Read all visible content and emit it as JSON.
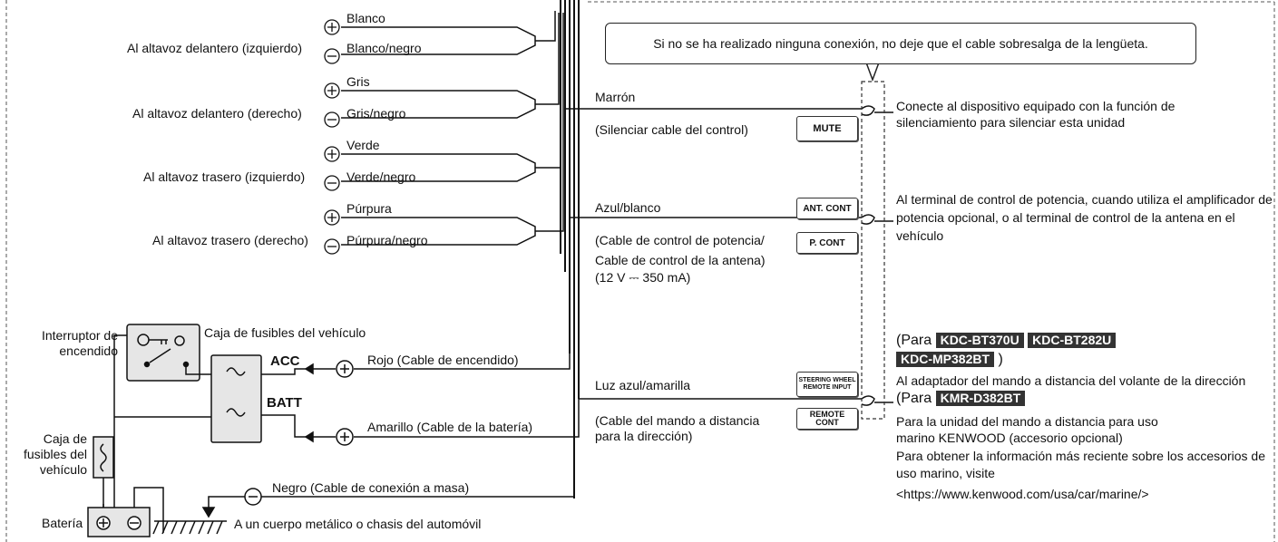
{
  "speakers": [
    {
      "label": "Al altavoz delantero (izquierdo)",
      "pos": "Blanco",
      "neg": "Blanco/negro"
    },
    {
      "label": "Al altavoz delantero (derecho)",
      "pos": "Gris",
      "neg": "Gris/negro"
    },
    {
      "label": "Al altavoz trasero (izquierdo)",
      "pos": "Verde",
      "neg": "Verde/negro"
    },
    {
      "label": "Al altavoz trasero (derecho)",
      "pos": "Púrpura",
      "neg": "Púrpura/negro"
    }
  ],
  "power": {
    "ignition_switch": "Interruptor de encendido",
    "fuse_box_top": "Caja de fusibles del vehículo",
    "acc": "ACC",
    "batt": "BATT",
    "red_wire": "Rojo (Cable de encendido)",
    "yellow_wire": "Amarillo (Cable de la batería)",
    "fuse_box_left": "Caja de fusibles del vehículo",
    "black_wire": "Negro (Cable de conexión a masa)",
    "battery": "Batería",
    "ground": "A un cuerpo metálico o chasis del automóvil"
  },
  "callout": "Si no se ha realizado ninguna conexión, no deje que el cable sobresalga de la lengüeta.",
  "mute": {
    "wire": "Marrón",
    "desc": "(Silenciar cable del control)",
    "box": "MUTE",
    "note": "Conecte al dispositivo equipado con la función de silenciamiento para silenciar esta unidad"
  },
  "pcont": {
    "wire": "Azul/blanco",
    "desc_1": "(Cable de control de potencia/",
    "desc_2": "Cable de control de la antena)",
    "desc_3": "(12 V ⎓ 350 mA)",
    "box_ant": "ANT. CONT",
    "box_p": "P. CONT",
    "note": "Al terminal de control de potencia, cuando utiliza el amplificador de potencia opcional, o al terminal de control de la antena en el vehículo"
  },
  "remote": {
    "wire": "Luz azul/amarilla",
    "desc": "(Cable del mando a distancia para la dirección)",
    "box_steering_1": "STEERING WHEEL",
    "box_steering_2": "REMOTE INPUT",
    "box_remote": "REMOTE CONT",
    "para": "(Para",
    "close": ")",
    "model_1": "KDC-BT370U",
    "model_2": "KDC-BT282U",
    "model_3": "KDC-MP382BT",
    "note_1": "Al adaptador del mando a distancia del volante de la dirección",
    "model_4": "KMR-D382BT",
    "note_2": "Para la unidad del mando a distancia para uso marino KENWOOD (accesorio opcional)",
    "note_3": "Para obtener la información más reciente sobre los accesorios de uso marino, visite",
    "url": "<https://www.kenwood.com/usa/car/marine/>"
  }
}
